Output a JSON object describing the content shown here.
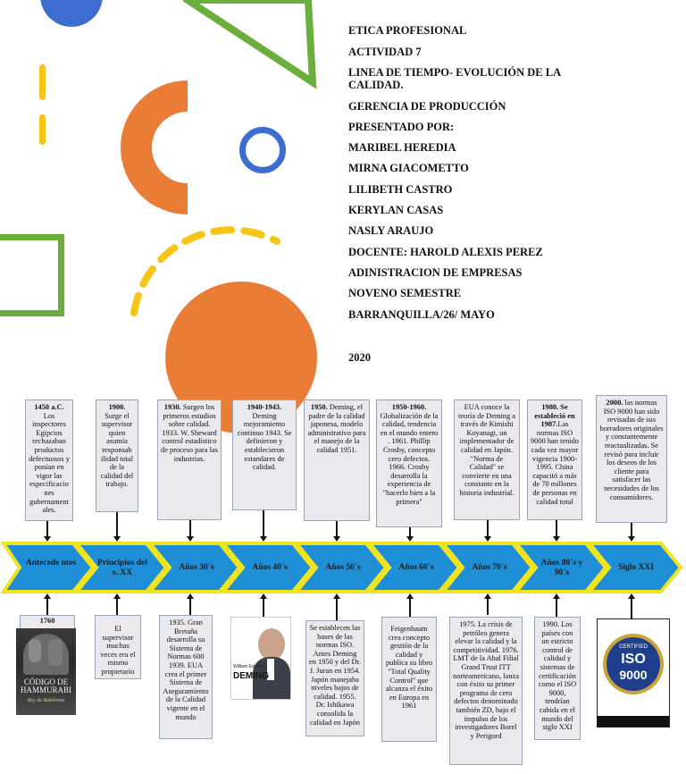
{
  "header": {
    "lines": [
      "ETICA PROFESIONAL",
      "ACTIVIDAD 7",
      " LINEA DE TIEMPO- EVOLUCIÓN DE LA CALIDAD.",
      "GERENCIA DE PRODUCCIÓN",
      "PRESENTADO POR:",
      "MARIBEL HEREDIA",
      "MIRNA GIACOMETTO",
      "LILIBETH CASTRO",
      "KERYLAN CASAS",
      "NASLY ARAUJO",
      "DOCENTE: HAROLD ALEXIS PEREZ",
      "ADINISTRACION DE EMPRESAS",
      "NOVENO SEMESTRE",
      "BARRANQUILLA/26/ MAYO",
      "2020"
    ]
  },
  "timeline": {
    "labels": [
      "Antecede ntes",
      "Principios del s. XX",
      "Años 30´s",
      "Años 40´s",
      "Años 50´s",
      "Años 60´s",
      "Años 70´s",
      "Años 80´s y 90´s",
      "Siglo XXI"
    ],
    "top_boxes": [
      {
        "bold": "1450 a.C.",
        "text": " Los inspectores Egipcios rechazaban productos defectuosos y ponían en vigor las especificacio nes gubernament ales."
      },
      {
        "bold": "1900.",
        "text": " Surge el supervisor quien asumía responsab ilidad total de la calidad del trabajo."
      },
      {
        "bold": "1930.",
        "text": " Surgen los primeros estudios sobre calidad. 1933. W. Sheward control estadístico de proceso para las industrias."
      },
      {
        "bold": "1940-1943.",
        "text": " Deming mejoramiento continuo 1943. Se definieron y establecieron estandares de calidad."
      },
      {
        "bold": "1950.",
        "text": " Deming, el padre de la calidad japonesa, modelo administrativo para el manejo de la calidad 1951."
      },
      {
        "bold": "1950-1960.",
        "text": " Globalización de la calidad, tendencia en el mundo entero . 1961. Phillip Crosby, concepto cero defectos. 1966. Crosby desarrolla la experiencia de \"hacerlo bien a la primera\""
      },
      {
        "bold": "",
        "text": "EUA conoce la teoría de Deming a través de Kimishi Koyanagi, un implementador de calidad en Japón. \"Norma de Calidad\" se convierte en una constante en la historia industrial."
      },
      {
        "bold": "1980. Se estableció en 1987.",
        "text": "Las normas ISO 9000 han tenido cada vez mayor vigencia 1900-1995. China capacitó a más de 70 millones de personas en calidad total"
      },
      {
        "bold": "2000.",
        "text": " las normas ISO 9000 han sido revisadas de sus borradores originales y constantemente reactualizadas. Se revisó para incluir los deseos de los cliente para satisfacer las necesidades de los consumidores."
      }
    ],
    "bottom_boxes": [
      {
        "bold": "1760",
        "text": ""
      },
      {
        "bold": "",
        "text": "El supervisor muchas veces era el mismo propietario"
      },
      {
        "bold": "",
        "text": "1935. Gran Bretaña desarrolla su Sistema de Normas 600 1939. EUA crea el primer Sistema de Aseguramiento de la Calidad vigente en el mundo"
      },
      {
        "bold": "",
        "text": "Se establecen las bases de las normas ISO. Antes Deming en 1950 y del Dr. J. Juran en 1954. Japón manejaba niveles bajos de calidad. 1955. Dr. Ishikawa consolida la calidad en Japón"
      },
      {
        "bold": "",
        "text": "Feigenbaum crea concepto gestión de la calidad y publica su libro \"Total Quality Control\" que alcanza el éxito en Europa en 1961"
      },
      {
        "bold": "",
        "text": "1975. La crisis de petróleo genera elevar la calidad y la competitividad. 1976. LMT de la Abal Filial Grand Trust ITT norteamericano, lanza con éxito su primer programa de cero defectos denominado también ZD, bajo el impulso de los investigadores Borel y Perigord"
      },
      {
        "bold": "",
        "text": "1990. Los países con un estricto control de calidad y sistemas de certificación como el ISO 9000, tendrían cabida en el mundo del siglo XXI"
      }
    ],
    "images": {
      "hammurabi_title": "CÓDIGO DE HAMMURABI",
      "hammurabi_sub": "Rey de Babilonia",
      "deming_caption": "William Edwards",
      "deming_name": "DEMING",
      "iso_top": "CERTIFIED",
      "iso_main": "ISO",
      "iso_num": "9000"
    }
  },
  "colors": {
    "blue": "#3d6dd0",
    "green": "#6aae3c",
    "orange": "#ea7d35",
    "yellow": "#f5c518",
    "arrow": "#1e8fd6",
    "arrow_border": "#f0e41e"
  }
}
